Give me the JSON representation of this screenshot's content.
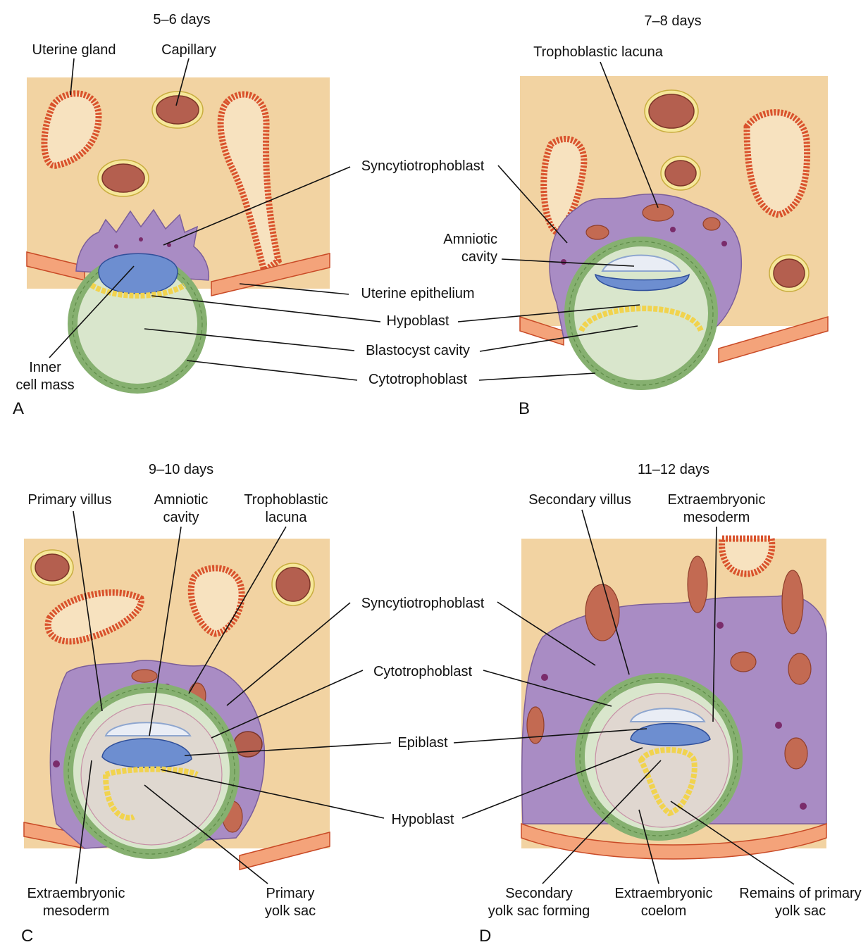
{
  "panels": [
    {
      "id": "A",
      "letter": "A",
      "stage": "5–6 days"
    },
    {
      "id": "B",
      "letter": "B",
      "stage": "7–8 days"
    },
    {
      "id": "C",
      "letter": "C",
      "stage": "9–10 days"
    },
    {
      "id": "D",
      "letter": "D",
      "stage": "11–12 days"
    }
  ],
  "labels": {
    "a_uterine_gland": "Uterine gland",
    "a_capillary": "Capillary",
    "a_inner_cell_mass_1": "Inner",
    "a_inner_cell_mass_2": "cell mass",
    "ab_syncytiotrophoblast": "Syncytiotrophoblast",
    "ab_uterine_epithelium": "Uterine epithelium",
    "ab_hypoblast": "Hypoblast",
    "ab_blastocyst_cavity": "Blastocyst cavity",
    "ab_cytotrophoblast": "Cytotrophoblast",
    "b_trophoblastic_lacuna": "Trophoblastic lacuna",
    "b_amniotic_cavity_1": "Amniotic",
    "b_amniotic_cavity_2": "cavity",
    "c_primary_villus": "Primary villus",
    "c_amniotic_cavity_1": "Amniotic",
    "c_amniotic_cavity_2": "cavity",
    "c_trophoblastic_lacuna_1": "Trophoblastic",
    "c_trophoblastic_lacuna_2": "lacuna",
    "c_extraembryonic_mesoderm_1": "Extraembryonic",
    "c_extraembryonic_mesoderm_2": "mesoderm",
    "c_primary_yolk_sac_1": "Primary",
    "c_primary_yolk_sac_2": "yolk sac",
    "cd_syncytiotrophoblast": "Syncytiotrophoblast",
    "cd_cytotrophoblast": "Cytotrophoblast",
    "cd_epiblast": "Epiblast",
    "cd_hypoblast": "Hypoblast",
    "d_secondary_villus": "Secondary villus",
    "d_extraembryonic_mesoderm_1": "Extraembryonic",
    "d_extraembryonic_mesoderm_2": "mesoderm",
    "d_secondary_yolk_sac_1": "Secondary",
    "d_secondary_yolk_sac_2": "yolk sac forming",
    "d_extraembryonic_coelom_1": "Extraembryonic",
    "d_extraembryonic_coelom_2": "coelom",
    "d_remains_primary_yolk_sac_1": "Remains of primary",
    "d_remains_primary_yolk_sac_2": "yolk sac"
  },
  "colors": {
    "endometrium": "#f2d3a2",
    "syncytiotrophoblast": "#a98cc4",
    "cytotrophoblast": "#86b070",
    "epiblast": "#6d8ed0",
    "hypoblast": "#f1d34e",
    "capillary": "#b45f4f",
    "uterine_epithelium": "#f4a37a"
  }
}
